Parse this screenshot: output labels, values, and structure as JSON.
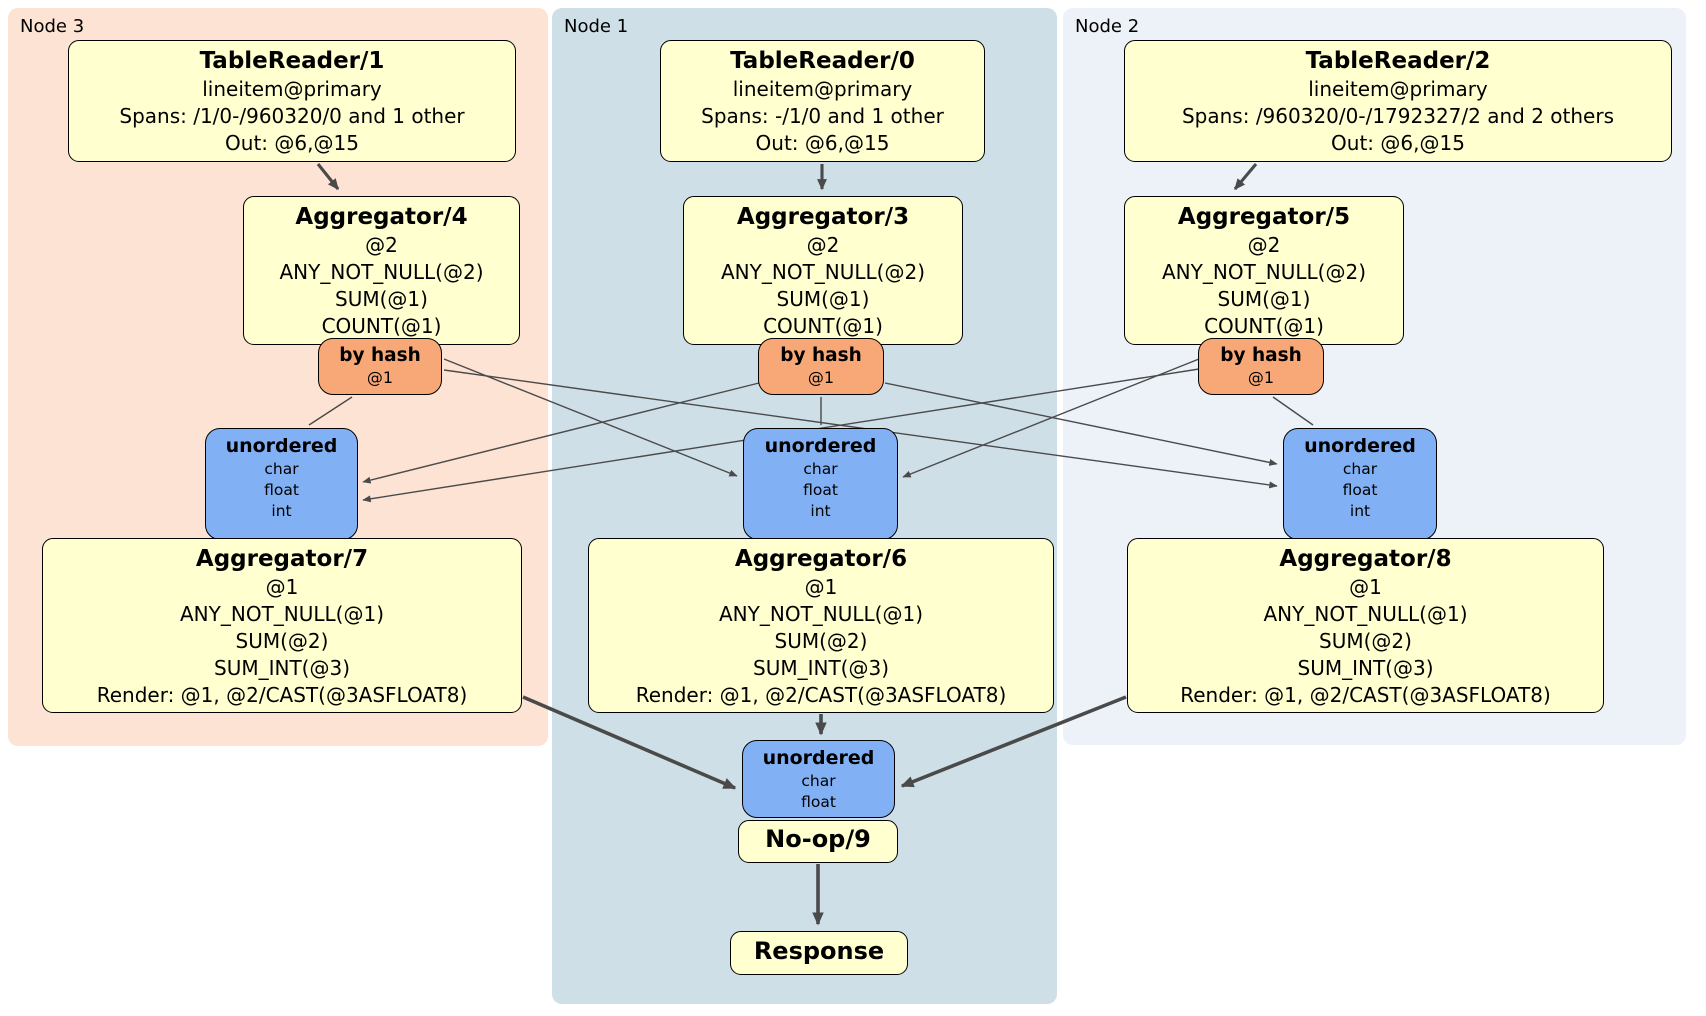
{
  "diagram": {
    "regions": [
      {
        "label": "Node 3"
      },
      {
        "label": "Node 1"
      },
      {
        "label": "Node 2"
      }
    ]
  },
  "boxes": {
    "tr1": {
      "title": "TableReader/1",
      "lines": [
        "lineitem@primary",
        "Spans: /1/0-/960320/0 and 1 other",
        "Out: @6,@15"
      ]
    },
    "tr0": {
      "title": "TableReader/0",
      "lines": [
        "lineitem@primary",
        "Spans: -/1/0 and 1 other",
        "Out: @6,@15"
      ]
    },
    "tr2": {
      "title": "TableReader/2",
      "lines": [
        "lineitem@primary",
        "Spans: /960320/0-/1792327/2 and 2 others",
        "Out: @6,@15"
      ]
    },
    "agg4": {
      "title": "Aggregator/4",
      "lines": [
        "@2",
        "ANY_NOT_NULL(@2)",
        "SUM(@1)",
        "COUNT(@1)"
      ]
    },
    "agg3": {
      "title": "Aggregator/3",
      "lines": [
        "@2",
        "ANY_NOT_NULL(@2)",
        "SUM(@1)",
        "COUNT(@1)"
      ]
    },
    "agg5": {
      "title": "Aggregator/5",
      "lines": [
        "@2",
        "ANY_NOT_NULL(@2)",
        "SUM(@1)",
        "COUNT(@1)"
      ]
    },
    "router3": {
      "title": "by hash",
      "lines": [
        "@1"
      ]
    },
    "router1": {
      "title": "by hash",
      "lines": [
        "@1"
      ]
    },
    "router2": {
      "title": "by hash",
      "lines": [
        "@1"
      ]
    },
    "sync3": {
      "title": "unordered",
      "lines": [
        "char",
        "float",
        "int"
      ]
    },
    "sync1": {
      "title": "unordered",
      "lines": [
        "char",
        "float",
        "int"
      ]
    },
    "sync2": {
      "title": "unordered",
      "lines": [
        "char",
        "float",
        "int"
      ]
    },
    "agg7": {
      "title": "Aggregator/7",
      "lines": [
        "@1",
        "ANY_NOT_NULL(@1)",
        "SUM(@2)",
        "SUM_INT(@3)",
        "Render: @1, @2/CAST(@3ASFLOAT8)"
      ]
    },
    "agg6": {
      "title": "Aggregator/6",
      "lines": [
        "@1",
        "ANY_NOT_NULL(@1)",
        "SUM(@2)",
        "SUM_INT(@3)",
        "Render: @1, @2/CAST(@3ASFLOAT8)"
      ]
    },
    "agg8": {
      "title": "Aggregator/8",
      "lines": [
        "@1",
        "ANY_NOT_NULL(@1)",
        "SUM(@2)",
        "SUM_INT(@3)",
        "Render: @1, @2/CAST(@3ASFLOAT8)"
      ]
    },
    "syncFinal": {
      "title": "unordered",
      "lines": [
        "char",
        "float"
      ]
    },
    "noop": {
      "title": "No-op/9"
    },
    "response": {
      "title": "Response"
    }
  },
  "colors": {
    "yellow": "#ffffd0",
    "orange": "#f8a877",
    "blue": "#81b1f4",
    "node3bg": "#fce3d3",
    "node1bg": "#cfdfe8",
    "node2bg": "#edf1f8",
    "edge": "#4a4a4a",
    "ink": "#000000"
  }
}
